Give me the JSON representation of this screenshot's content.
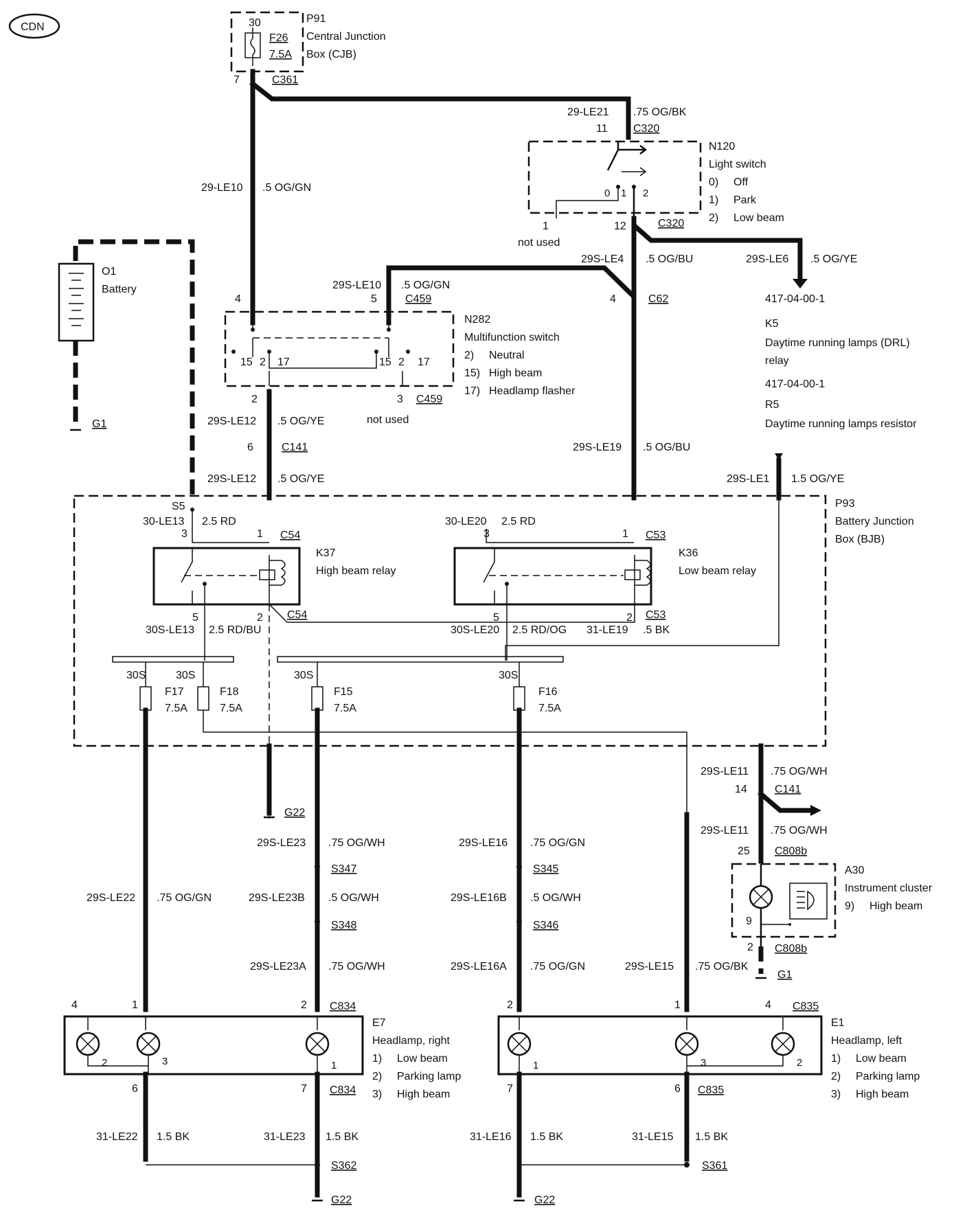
{
  "badge": "CDN",
  "components": {
    "p91": {
      "id": "P91",
      "name1": "Central Junction",
      "name2": "Box (CJB)",
      "fuse": "F26",
      "rating": "7.5A",
      "pin_top": "30",
      "pin_bottom": "7",
      "connector": "C361"
    },
    "n120": {
      "id": "N120",
      "name": "Light switch",
      "pos0": "0)",
      "pos0_label": "Off",
      "pos1": "1)",
      "pos1_label": "Park",
      "pos2": "2)",
      "pos2_label": "Low beam",
      "pin_in": "11",
      "pin_out": "12",
      "pin_unused": "1",
      "not_used": "not used",
      "connector_top": "C320",
      "connector_bottom": "C320",
      "contact0": "0",
      "contact1": "1",
      "contact2": "2"
    },
    "o1": {
      "id": "O1",
      "name": "Battery",
      "ground": "G1"
    },
    "n282": {
      "id": "N282",
      "name": "Multifunction switch",
      "opt1n": "2)",
      "opt1": "Neutral",
      "opt2n": "15)",
      "opt2": "High beam",
      "opt3n": "17)",
      "opt3": "Headlamp flasher",
      "pin4": "4",
      "pin5": "5",
      "pin2": "2",
      "pin3": "3",
      "c_top": "C459",
      "c_bottom": "C459",
      "not_used": "not used",
      "c15a": "15",
      "c2a": "2",
      "c17a": "17",
      "c15b": "15",
      "c2b": "2",
      "c17b": "17"
    },
    "k5": {
      "ref": "417-04-00-1",
      "id": "K5",
      "name1": "Daytime running lamps (DRL)",
      "name2": "relay"
    },
    "r5": {
      "ref": "417-04-00-1",
      "id": "R5",
      "name": "Daytime running lamps resistor"
    },
    "p93": {
      "id": "P93",
      "name1": "Battery Junction",
      "name2": "Box (BJB)"
    },
    "k37": {
      "id": "K37",
      "name": "High beam relay",
      "pin3": "3",
      "pin1": "1",
      "pin5": "5",
      "pin2": "2",
      "c_top": "C54",
      "c_bottom": "C54"
    },
    "k36": {
      "id": "K36",
      "name": "Low beam relay",
      "pin3": "3",
      "pin1": "1",
      "pin5": "5",
      "pin2": "2",
      "c_top": "C53",
      "c_bottom": "C53"
    },
    "fuses": [
      {
        "id": "F17",
        "rating": "7.5A",
        "bus": "30S"
      },
      {
        "id": "F18",
        "rating": "7.5A",
        "bus": "30S"
      },
      {
        "id": "F15",
        "rating": "7.5A",
        "bus": "30S"
      },
      {
        "id": "F16",
        "rating": "7.5A",
        "bus": "30S"
      }
    ],
    "s5": "S5",
    "a30": {
      "id": "A30",
      "name": "Instrument cluster",
      "itemn": "9)",
      "item": "High beam",
      "pin_in": "25",
      "pin_lamp": "9",
      "pin_out": "2",
      "c_in": "C808b",
      "c_out": "C808b",
      "ground": "G1"
    },
    "e7": {
      "id": "E7",
      "name": "Headlamp, right",
      "l1n": "1)",
      "l1": "Low beam",
      "l2n": "2)",
      "l2": "Parking lamp",
      "l3n": "3)",
      "l3": "High beam",
      "pin4": "4",
      "pin1": "1",
      "pin2": "2",
      "pin6": "6",
      "pin7": "7",
      "c_top": "C834",
      "c_bottom": "C834",
      "lamp2": "2",
      "lamp3": "3",
      "lamp1": "1"
    },
    "e1": {
      "id": "E1",
      "name": "Headlamp, left",
      "l1n": "1)",
      "l1": "Low beam",
      "l2n": "2)",
      "l2": "Parking lamp",
      "l3n": "3)",
      "l3": "High beam",
      "pin2": "2",
      "pin1": "1",
      "pin4": "4",
      "pin7": "7",
      "pin6": "6",
      "c_top": "C835",
      "c_bottom": "C835",
      "lamp1": "1",
      "lamp3": "3",
      "lamp2": "2"
    }
  },
  "wires": {
    "le21": {
      "circuit": "29-LE21",
      "spec": ".75 OG/BK"
    },
    "le10": {
      "circuit": "29-LE10",
      "spec": ".5 OG/GN"
    },
    "s_le10": {
      "circuit": "29S-LE10",
      "spec": ".5 OG/GN"
    },
    "le4": {
      "circuit": "29S-LE4",
      "spec": ".5 OG/BU"
    },
    "le6": {
      "circuit": "29S-LE6",
      "spec": ".5 OG/YE",
      "ref": "C62",
      "pin": "4"
    },
    "le12a": {
      "circuit": "29S-LE12",
      "spec": ".5 OG/YE"
    },
    "c141": {
      "pin": "6",
      "connector": "C141"
    },
    "le12b": {
      "circuit": "29S-LE12",
      "spec": ".5 OG/YE"
    },
    "le19": {
      "circuit": "29S-LE19",
      "spec": ".5 OG/BU"
    },
    "le1": {
      "circuit": "29S-LE1",
      "spec": "1.5 OG/YE"
    },
    "le13": {
      "circuit": "30-LE13",
      "spec": "2.5 RD"
    },
    "le20": {
      "circuit": "30-LE20",
      "spec": "2.5 RD"
    },
    "s_le13": {
      "circuit": "30S-LE13",
      "spec": "2.5 RD/BU"
    },
    "s_le20": {
      "circuit": "30S-LE20",
      "spec": "2.5 RD/OG"
    },
    "le19b": {
      "circuit": "31-LE19",
      "spec": ".5 BK"
    },
    "le11a": {
      "circuit": "29S-LE11",
      "spec": ".75 OG/WH",
      "pin": "14",
      "connector": "C141"
    },
    "le11b": {
      "circuit": "29S-LE11",
      "spec": ".75 OG/WH"
    },
    "le23": {
      "circuit": "29S-LE23",
      "spec": ".75 OG/WH"
    },
    "le23b": {
      "circuit": "29S-LE23B",
      "spec": ".5 OG/WH"
    },
    "le23a": {
      "circuit": "29S-LE23A",
      "spec": ".75 OG/WH"
    },
    "le16": {
      "circuit": "29S-LE16",
      "spec": ".75 OG/GN"
    },
    "le16b": {
      "circuit": "29S-LE16B",
      "spec": ".5 OG/WH"
    },
    "le16a": {
      "circuit": "29S-LE16A",
      "spec": ".75 OG/GN"
    },
    "le22": {
      "circuit": "29S-LE22",
      "spec": ".75 OG/GN"
    },
    "le15": {
      "circuit": "29S-LE15",
      "spec": ".75 OG/BK"
    },
    "g_le22": {
      "circuit": "31-LE22",
      "spec": "1.5 BK"
    },
    "g_le23": {
      "circuit": "31-LE23",
      "spec": "1.5 BK"
    },
    "g_le16": {
      "circuit": "31-LE16",
      "spec": "1.5 BK"
    },
    "g_le15": {
      "circuit": "31-LE15",
      "spec": "1.5 BK"
    }
  },
  "splices": {
    "s347": "S347",
    "s348": "S348",
    "s345": "S345",
    "s346": "S346",
    "s362": "S362",
    "s361": "S361"
  },
  "grounds": {
    "g22a": "G22",
    "g22b": "G22",
    "g22c": "G22"
  }
}
